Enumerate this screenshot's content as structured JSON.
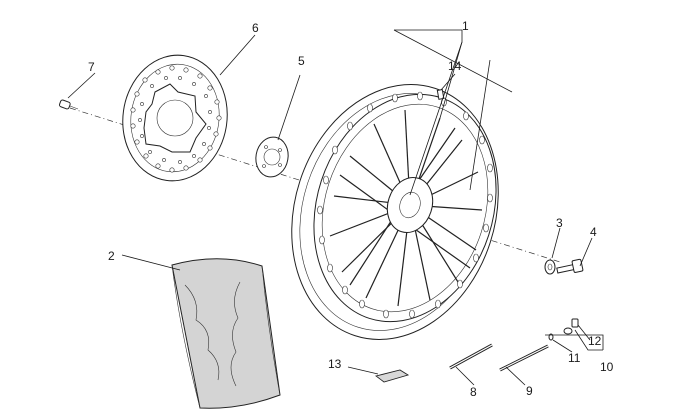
{
  "callouts": [
    {
      "id": "1",
      "text": "1"
    },
    {
      "id": "2",
      "text": "2"
    },
    {
      "id": "3",
      "text": "3"
    },
    {
      "id": "4",
      "text": "4"
    },
    {
      "id": "5",
      "text": "5"
    },
    {
      "id": "6",
      "text": "6"
    },
    {
      "id": "7",
      "text": "7"
    },
    {
      "id": "8",
      "text": "8"
    },
    {
      "id": "9",
      "text": "9"
    },
    {
      "id": "10",
      "text": "10"
    },
    {
      "id": "11",
      "text": "11"
    },
    {
      "id": "12",
      "text": "12"
    },
    {
      "id": "13",
      "text": "13"
    },
    {
      "id": "14",
      "text": "14"
    }
  ],
  "parts": {
    "brake_disc": "brake-disc-icon",
    "wheel": "spoked-wheel-icon",
    "tyre": "tyre-icon",
    "hub_flange": "hub-flange-icon",
    "screw": "screw-icon",
    "bolt": "bolt-icon",
    "washer": "washer-icon",
    "spoke": "spoke-icon",
    "clip": "clip-icon"
  }
}
